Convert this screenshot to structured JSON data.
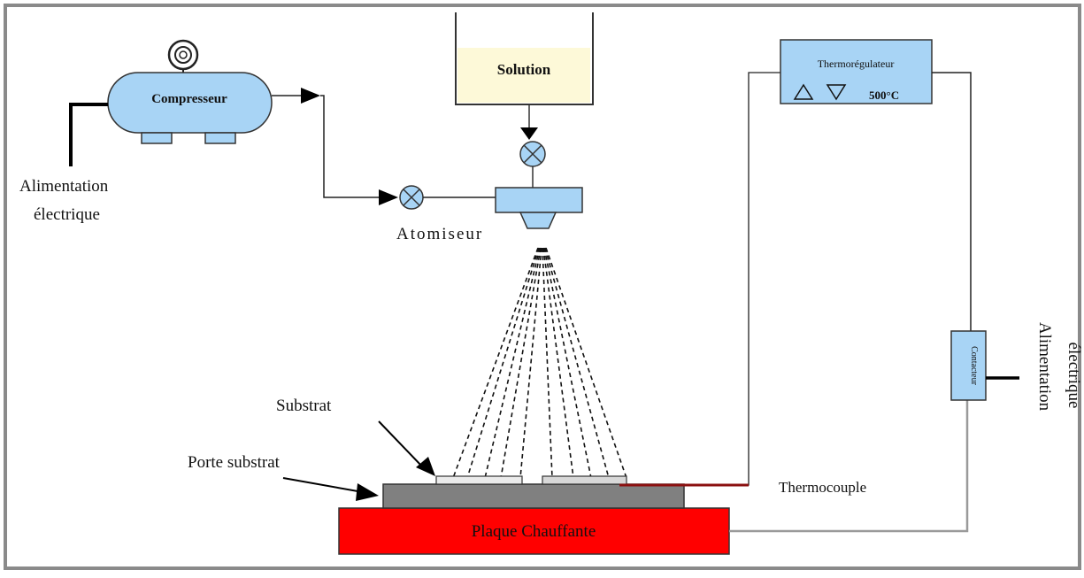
{
  "labels": {
    "compressor": "Compresseur",
    "power_left_line1": "Alimentation",
    "power_left_line2": "électrique",
    "solution": "Solution",
    "atomizer": "Atomiseur",
    "thermoregulator": "Thermorégulateur",
    "temperature": "500°C",
    "contactor": "Contacteur",
    "power_right_line1": "Alimentation",
    "power_right_line2": "électrique",
    "substrate": "Substrat",
    "substrate_holder": "Porte substrat",
    "thermocouple": "Thermocouple",
    "hot_plate": "Plaque Chauffante"
  },
  "colors": {
    "compressor_fill": "#a8d4f5",
    "atomizer_fill": "#a8d4f5",
    "thermoregulator_fill": "#a8d4f5",
    "contactor_fill": "#a8d4f5",
    "solution_fill": "#fdf9d8",
    "hot_plate_fill": "#ff0000",
    "holder_fill": "#808080",
    "thermocouple_wire": "#8b1010"
  },
  "icons": {
    "valve": "valve-icon",
    "gauge": "pressure-gauge-icon",
    "arrow": "flow-arrow-icon",
    "up_triangle": "increase-triangle-icon",
    "down_triangle": "decrease-triangle-icon"
  }
}
